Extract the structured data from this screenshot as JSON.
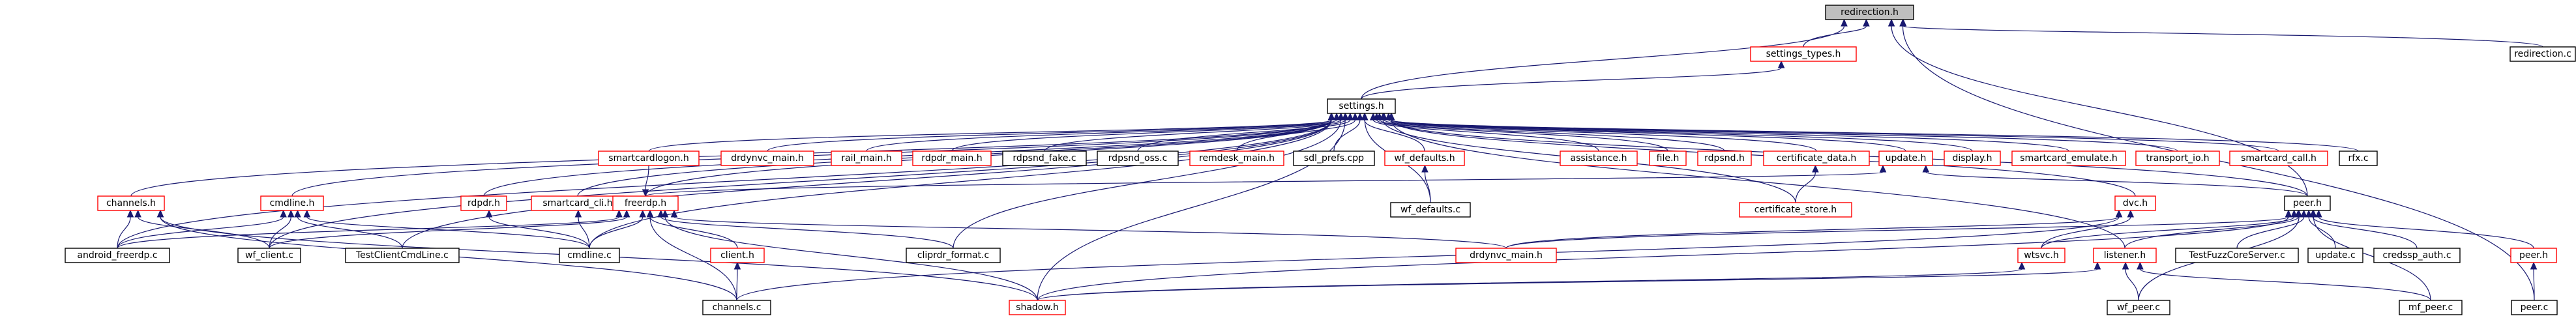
{
  "colors": {
    "edge": "#191970",
    "black_border": "#000000",
    "red_border": "#ff0000",
    "root_fill": "#bfbfbf",
    "node_fill": "#ffffff",
    "text": "#000000"
  },
  "nodes": [
    {
      "id": "redirection_h",
      "label": "redirection.h",
      "style": "root"
    },
    {
      "id": "settings_types_h",
      "label": "settings_types.h",
      "style": "red"
    },
    {
      "id": "redirection_c",
      "label": "redirection.c",
      "style": "black"
    },
    {
      "id": "settings_h",
      "label": "settings.h",
      "style": "black"
    },
    {
      "id": "channels_h",
      "label": "channels.h",
      "style": "red"
    },
    {
      "id": "cmdline_h",
      "label": "cmdline.h",
      "style": "red"
    },
    {
      "id": "rdpdr_h",
      "label": "rdpdr.h",
      "style": "red"
    },
    {
      "id": "smartcard_cli_h",
      "label": "smartcard_cli.h",
      "style": "red"
    },
    {
      "id": "smartcardlogon_h",
      "label": "smartcardlogon.h",
      "style": "red"
    },
    {
      "id": "freerdp_h",
      "label": "freerdp.h",
      "style": "red"
    },
    {
      "id": "drdynvc_main_h_top",
      "label": "drdynvc_main.h",
      "style": "red"
    },
    {
      "id": "rail_main_h",
      "label": "rail_main.h",
      "style": "red"
    },
    {
      "id": "rdpdr_main_h",
      "label": "rdpdr_main.h",
      "style": "red"
    },
    {
      "id": "rdpsnd_fake_c",
      "label": "rdpsnd_fake.c",
      "style": "black"
    },
    {
      "id": "rdpsnd_oss_c",
      "label": "rdpsnd_oss.c",
      "style": "black"
    },
    {
      "id": "remdesk_main_h",
      "label": "remdesk_main.h",
      "style": "red"
    },
    {
      "id": "sdl_prefs_cpp",
      "label": "sdl_prefs.cpp",
      "style": "black"
    },
    {
      "id": "wf_defaults_h",
      "label": "wf_defaults.h",
      "style": "red"
    },
    {
      "id": "assistance_h",
      "label": "assistance.h",
      "style": "red"
    },
    {
      "id": "file_h",
      "label": "file.h",
      "style": "red"
    },
    {
      "id": "rdpsnd_h",
      "label": "rdpsnd.h",
      "style": "red"
    },
    {
      "id": "certificate_data_h",
      "label": "certificate_data.h",
      "style": "red"
    },
    {
      "id": "update_h_top",
      "label": "update.h",
      "style": "red"
    },
    {
      "id": "display_h",
      "label": "display.h",
      "style": "red"
    },
    {
      "id": "smartcard_emulate_h",
      "label": "smartcard_emulate.h",
      "style": "red"
    },
    {
      "id": "transport_io_h",
      "label": "transport_io.h",
      "style": "red"
    },
    {
      "id": "smartcard_call_h",
      "label": "smartcard_call.h",
      "style": "red"
    },
    {
      "id": "rfx_c",
      "label": "rfx.c",
      "style": "black"
    },
    {
      "id": "wf_defaults_c",
      "label": "wf_defaults.c",
      "style": "black"
    },
    {
      "id": "certificate_store_h",
      "label": "certificate_store.h",
      "style": "red"
    },
    {
      "id": "dvc_h",
      "label": "dvc.h",
      "style": "red"
    },
    {
      "id": "peer_h",
      "label": "peer.h",
      "style": "black"
    },
    {
      "id": "android_freerdp_c",
      "label": "android_freerdp.c",
      "style": "black"
    },
    {
      "id": "wf_client_c",
      "label": "wf_client.c",
      "style": "black"
    },
    {
      "id": "TestClientCmdLine_c",
      "label": "TestClientCmdLine.c",
      "style": "black"
    },
    {
      "id": "cmdline_c",
      "label": "cmdline.c",
      "style": "black"
    },
    {
      "id": "client_h",
      "label": "client.h",
      "style": "red"
    },
    {
      "id": "cliprdr_format_c",
      "label": "cliprdr_format.c",
      "style": "black"
    },
    {
      "id": "channels_c",
      "label": "channels.c",
      "style": "black"
    },
    {
      "id": "shadow_h",
      "label": "shadow.h",
      "style": "red"
    },
    {
      "id": "drdynvc_main_h",
      "label": "drdynvc_main.h",
      "style": "red"
    },
    {
      "id": "wtsvc_h",
      "label": "wtsvc.h",
      "style": "red"
    },
    {
      "id": "listener_h",
      "label": "listener.h",
      "style": "red"
    },
    {
      "id": "TestFuzzCoreServer_c",
      "label": "TestFuzzCoreServer.c",
      "style": "black"
    },
    {
      "id": "update_c",
      "label": "update.c",
      "style": "black"
    },
    {
      "id": "credssp_auth_c",
      "label": "credssp_auth.c",
      "style": "black"
    },
    {
      "id": "peer_h_red",
      "label": "peer.h",
      "style": "red"
    },
    {
      "id": "wf_peer_c",
      "label": "wf_peer.c",
      "style": "black"
    },
    {
      "id": "mf_peer_c",
      "label": "mf_peer.c",
      "style": "black"
    },
    {
      "id": "peer_c",
      "label": "peer.c",
      "style": "black"
    }
  ],
  "edges": [
    [
      "settings_types_h",
      "redirection_h"
    ],
    [
      "redirection_c",
      "redirection_h"
    ],
    [
      "settings_h",
      "redirection_h"
    ],
    [
      "peer_h",
      "redirection_h"
    ],
    [
      "peer_c",
      "redirection_h"
    ],
    [
      "settings_h",
      "settings_types_h"
    ],
    [
      "channels_h",
      "settings_h"
    ],
    [
      "cmdline_h",
      "settings_h"
    ],
    [
      "rdpdr_h",
      "settings_h"
    ],
    [
      "smartcard_cli_h",
      "settings_h"
    ],
    [
      "smartcardlogon_h",
      "settings_h"
    ],
    [
      "freerdp_h",
      "settings_h"
    ],
    [
      "drdynvc_main_h_top",
      "settings_h"
    ],
    [
      "rail_main_h",
      "settings_h"
    ],
    [
      "rdpdr_main_h",
      "settings_h"
    ],
    [
      "rdpsnd_fake_c",
      "settings_h"
    ],
    [
      "rdpsnd_oss_c",
      "settings_h"
    ],
    [
      "remdesk_main_h",
      "settings_h"
    ],
    [
      "sdl_prefs_cpp",
      "settings_h"
    ],
    [
      "wf_defaults_h",
      "settings_h"
    ],
    [
      "assistance_h",
      "settings_h"
    ],
    [
      "file_h",
      "settings_h"
    ],
    [
      "rdpsnd_h",
      "settings_h"
    ],
    [
      "certificate_data_h",
      "settings_h"
    ],
    [
      "update_h_top",
      "settings_h"
    ],
    [
      "display_h",
      "settings_h"
    ],
    [
      "smartcard_emulate_h",
      "settings_h"
    ],
    [
      "transport_io_h",
      "settings_h"
    ],
    [
      "smartcard_call_h",
      "settings_h"
    ],
    [
      "rfx_c",
      "settings_h"
    ],
    [
      "wf_defaults_c",
      "settings_h"
    ],
    [
      "certificate_store_h",
      "settings_h"
    ],
    [
      "dvc_h",
      "settings_h"
    ],
    [
      "peer_h",
      "settings_h"
    ],
    [
      "listener_h",
      "settings_h"
    ],
    [
      "android_freerdp_c",
      "settings_h"
    ],
    [
      "wf_client_c",
      "settings_h"
    ],
    [
      "TestClientCmdLine_c",
      "settings_h"
    ],
    [
      "cmdline_c",
      "settings_h"
    ],
    [
      "shadow_h",
      "settings_h"
    ],
    [
      "cliprdr_format_c",
      "settings_h"
    ],
    [
      "smartcardlogon_h",
      "freerdp_h"
    ],
    [
      "wf_defaults_c",
      "wf_defaults_h"
    ],
    [
      "certificate_store_h",
      "certificate_data_h"
    ],
    [
      "freerdp_h",
      "update_h_top"
    ],
    [
      "peer_h",
      "update_h_top"
    ],
    [
      "android_freerdp_c",
      "channels_h"
    ],
    [
      "wf_client_c",
      "channels_h"
    ],
    [
      "channels_c",
      "channels_h"
    ],
    [
      "shadow_h",
      "channels_h"
    ],
    [
      "android_freerdp_c",
      "cmdline_h"
    ],
    [
      "wf_client_c",
      "cmdline_h"
    ],
    [
      "TestClientCmdLine_c",
      "cmdline_h"
    ],
    [
      "cmdline_c",
      "cmdline_h"
    ],
    [
      "cmdline_c",
      "rdpdr_h"
    ],
    [
      "cmdline_c",
      "smartcard_cli_h"
    ],
    [
      "android_freerdp_c",
      "freerdp_h"
    ],
    [
      "wf_client_c",
      "freerdp_h"
    ],
    [
      "cmdline_c",
      "freerdp_h"
    ],
    [
      "client_h",
      "freerdp_h"
    ],
    [
      "cliprdr_format_c",
      "freerdp_h"
    ],
    [
      "channels_c",
      "freerdp_h"
    ],
    [
      "shadow_h",
      "freerdp_h"
    ],
    [
      "drdynvc_main_h",
      "freerdp_h"
    ],
    [
      "channels_c",
      "client_h"
    ],
    [
      "drdynvc_main_h",
      "dvc_h"
    ],
    [
      "wtsvc_h",
      "dvc_h"
    ],
    [
      "channels_c",
      "dvc_h"
    ],
    [
      "wtsvc_h",
      "peer_h"
    ],
    [
      "listener_h",
      "peer_h"
    ],
    [
      "TestFuzzCoreServer_c",
      "peer_h"
    ],
    [
      "update_c",
      "peer_h"
    ],
    [
      "credssp_auth_c",
      "peer_h"
    ],
    [
      "peer_h_red",
      "peer_h"
    ],
    [
      "shadow_h",
      "peer_h"
    ],
    [
      "wf_peer_c",
      "peer_h"
    ],
    [
      "mf_peer_c",
      "peer_h"
    ],
    [
      "drdynvc_main_h",
      "peer_h"
    ],
    [
      "shadow_h",
      "wtsvc_h"
    ],
    [
      "shadow_h",
      "listener_h"
    ],
    [
      "wf_peer_c",
      "listener_h"
    ],
    [
      "mf_peer_c",
      "listener_h"
    ],
    [
      "peer_c",
      "peer_h_red"
    ]
  ]
}
